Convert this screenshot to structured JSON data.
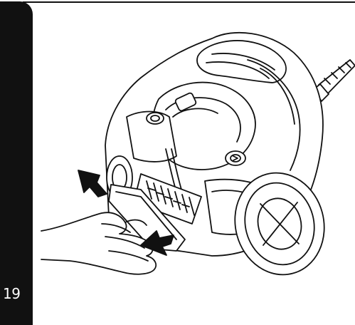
{
  "page": {
    "number": "19",
    "accent_color": "#111111"
  },
  "illustration": {
    "subject": "canister-vacuum-cleaner",
    "action": "remove-filter-cover",
    "arrow_icon": "arrow-pointer-icon"
  }
}
